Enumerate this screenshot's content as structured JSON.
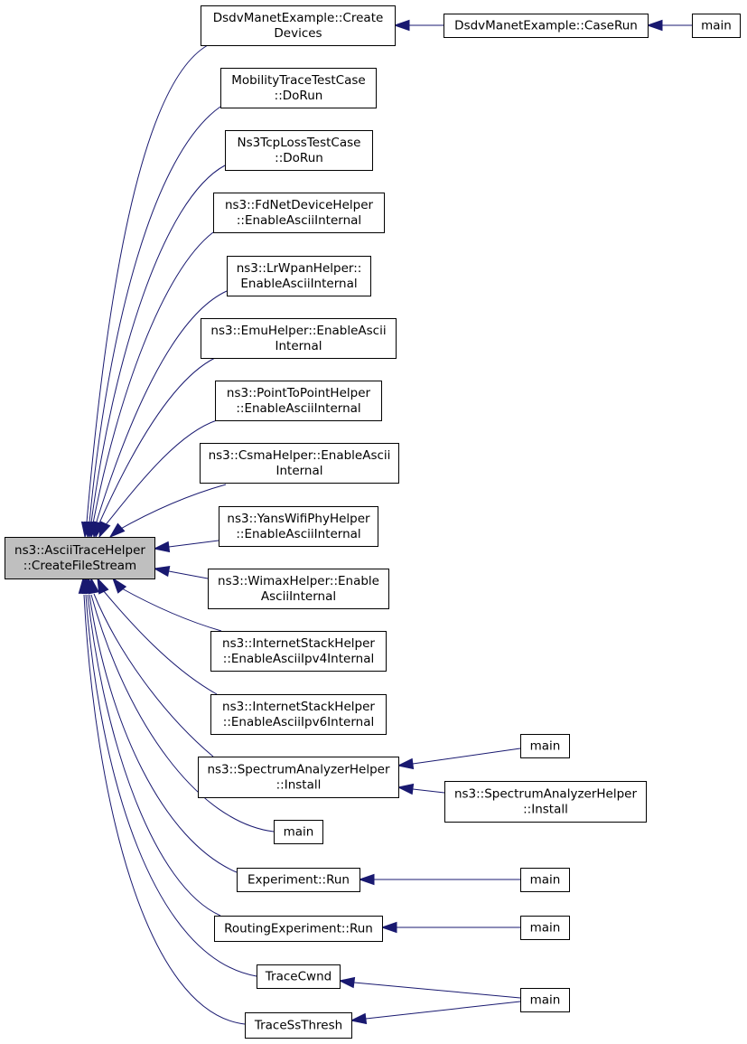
{
  "graph": {
    "nodes": [
      {
        "id": "n0",
        "lines": [
          "ns3::AsciiTraceHelper",
          "::CreateFileStream"
        ],
        "focus": true
      },
      {
        "id": "n1",
        "lines": [
          "DsdvManetExample::Create",
          "Devices"
        ]
      },
      {
        "id": "n2",
        "lines": [
          "DsdvManetExample::CaseRun"
        ]
      },
      {
        "id": "n3",
        "lines": [
          "main"
        ]
      },
      {
        "id": "n4",
        "lines": [
          "MobilityTraceTestCase",
          "::DoRun"
        ]
      },
      {
        "id": "n5",
        "lines": [
          "Ns3TcpLossTestCase",
          "::DoRun"
        ]
      },
      {
        "id": "n6",
        "lines": [
          "ns3::FdNetDeviceHelper",
          "::EnableAsciiInternal"
        ]
      },
      {
        "id": "n7",
        "lines": [
          "ns3::LrWpanHelper::",
          "EnableAsciiInternal"
        ]
      },
      {
        "id": "n8",
        "lines": [
          "ns3::EmuHelper::EnableAscii",
          "Internal"
        ]
      },
      {
        "id": "n9",
        "lines": [
          "ns3::PointToPointHelper",
          "::EnableAsciiInternal"
        ]
      },
      {
        "id": "n10",
        "lines": [
          "ns3::CsmaHelper::EnableAscii",
          "Internal"
        ]
      },
      {
        "id": "n11",
        "lines": [
          "ns3::YansWifiPhyHelper",
          "::EnableAsciiInternal"
        ]
      },
      {
        "id": "n12",
        "lines": [
          "ns3::WimaxHelper::Enable",
          "AsciiInternal"
        ]
      },
      {
        "id": "n13",
        "lines": [
          "ns3::InternetStackHelper",
          "::EnableAsciiIpv4Internal"
        ]
      },
      {
        "id": "n14",
        "lines": [
          "ns3::InternetStackHelper",
          "::EnableAsciiIpv6Internal"
        ]
      },
      {
        "id": "n15",
        "lines": [
          "ns3::SpectrumAnalyzerHelper",
          "::Install"
        ]
      },
      {
        "id": "n16",
        "lines": [
          "main"
        ]
      },
      {
        "id": "n17",
        "lines": [
          "ns3::SpectrumAnalyzerHelper",
          "::Install"
        ]
      },
      {
        "id": "n18",
        "lines": [
          "main"
        ]
      },
      {
        "id": "n19",
        "lines": [
          "Experiment::Run"
        ]
      },
      {
        "id": "n20",
        "lines": [
          "main"
        ]
      },
      {
        "id": "n21",
        "lines": [
          "RoutingExperiment::Run"
        ]
      },
      {
        "id": "n22",
        "lines": [
          "main"
        ]
      },
      {
        "id": "n23",
        "lines": [
          "TraceCwnd"
        ]
      },
      {
        "id": "n24",
        "lines": [
          "main"
        ]
      },
      {
        "id": "n25",
        "lines": [
          "TraceSsThresh"
        ]
      }
    ],
    "edges": [
      {
        "from": "n1",
        "to": "n0"
      },
      {
        "from": "n2",
        "to": "n1"
      },
      {
        "from": "n3",
        "to": "n2"
      },
      {
        "from": "n4",
        "to": "n0"
      },
      {
        "from": "n5",
        "to": "n0"
      },
      {
        "from": "n6",
        "to": "n0"
      },
      {
        "from": "n7",
        "to": "n0"
      },
      {
        "from": "n8",
        "to": "n0"
      },
      {
        "from": "n9",
        "to": "n0"
      },
      {
        "from": "n10",
        "to": "n0"
      },
      {
        "from": "n11",
        "to": "n0"
      },
      {
        "from": "n12",
        "to": "n0"
      },
      {
        "from": "n13",
        "to": "n0"
      },
      {
        "from": "n14",
        "to": "n0"
      },
      {
        "from": "n15",
        "to": "n0"
      },
      {
        "from": "n16",
        "to": "n15"
      },
      {
        "from": "n17",
        "to": "n15"
      },
      {
        "from": "n18",
        "to": "n0"
      },
      {
        "from": "n19",
        "to": "n0"
      },
      {
        "from": "n20",
        "to": "n19"
      },
      {
        "from": "n21",
        "to": "n0"
      },
      {
        "from": "n22",
        "to": "n21"
      },
      {
        "from": "n23",
        "to": "n0"
      },
      {
        "from": "n24",
        "to": "n23"
      },
      {
        "from": "n24",
        "to": "n25"
      },
      {
        "from": "n25",
        "to": "n0"
      }
    ],
    "colors": {
      "edge": "#191970",
      "focus_fill": "#bfbfbf",
      "node_fill": "#ffffff",
      "border": "#000000"
    }
  }
}
